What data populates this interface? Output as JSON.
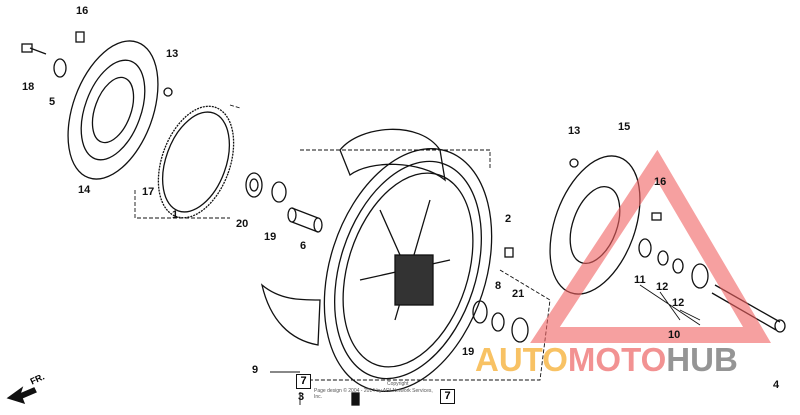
{
  "diagram": {
    "part_labels": [
      "16",
      "18",
      "5",
      "13",
      "14",
      "17",
      "1",
      "20",
      "19",
      "6",
      "2",
      "8",
      "21",
      "19",
      "13",
      "15",
      "16",
      "11",
      "12",
      "12",
      "10",
      "4",
      "9",
      "3"
    ],
    "ref_boxes": [
      "7",
      "7"
    ],
    "direction_label": "FR.",
    "copyright_title": "Copyright",
    "copyright_text": "Page design © 2004 - 2014 by ARI Network Services, Inc."
  },
  "watermark": {
    "parts": [
      "AUTO",
      "MOTO",
      "HUB"
    ],
    "colors": {
      "auto": "#f7b84a",
      "moto": "#f08080",
      "hub": "#8a8a8a",
      "triangle": "#f06060"
    }
  }
}
